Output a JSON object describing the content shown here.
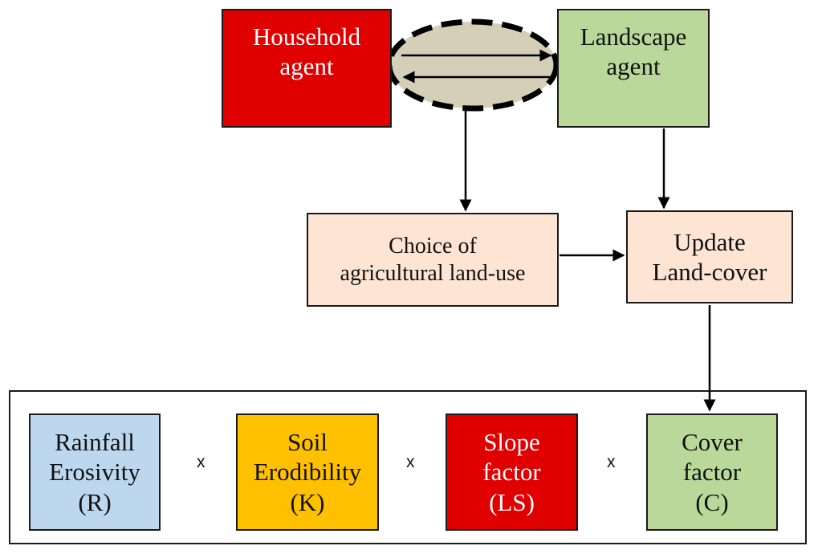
{
  "nodes": {
    "household": {
      "lines": [
        "Household",
        "agent"
      ],
      "fill": "#e00000",
      "text_color": "#ffffff"
    },
    "landscape": {
      "lines": [
        "Landscape",
        "agent"
      ],
      "fill": "#b9d89a",
      "text_color": "#111111"
    },
    "choice": {
      "lines": [
        "Choice of",
        "agricultural land-use"
      ],
      "fill": "#fde4d3",
      "text_color": "#111111"
    },
    "update": {
      "lines": [
        "Update",
        "Land-cover"
      ],
      "fill": "#fde4d3",
      "text_color": "#111111"
    }
  },
  "interaction_ellipse": {
    "fill": "#d6cfb8",
    "border": "dashed"
  },
  "factors": [
    {
      "lines": [
        "Rainfall",
        "Erosivity",
        "(R)"
      ],
      "fill": "#bdd7ee",
      "text_color": "#111111"
    },
    {
      "lines": [
        "Soil",
        "Erodibility",
        "(K)"
      ],
      "fill": "#ffc000",
      "text_color": "#111111"
    },
    {
      "lines": [
        "Slope",
        "factor",
        "(LS)"
      ],
      "fill": "#e00000",
      "text_color": "#ffffff"
    },
    {
      "lines": [
        "Cover",
        "factor",
        "(C)"
      ],
      "fill": "#b9d89a",
      "text_color": "#111111"
    }
  ],
  "operators": [
    "x",
    "x",
    "x"
  ]
}
